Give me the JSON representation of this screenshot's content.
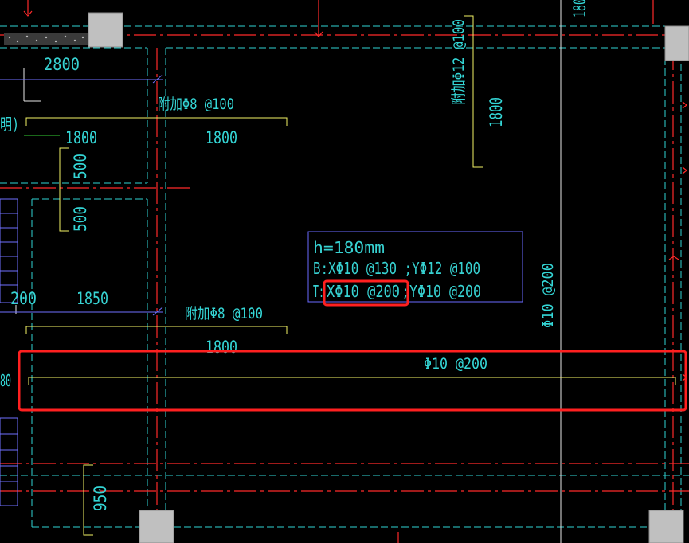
{
  "colors": {
    "background": "#000000",
    "axis_red": "#ff2a2a",
    "beam_cyan": "#2fd4d4",
    "rebar_yellow": "#ffff66",
    "note_box": "#6a6aff",
    "highlight_red": "#ff2020",
    "column_grey": "#c0c0c0",
    "dim_blue": "#7070ff"
  },
  "dims": {
    "d2800": "2800",
    "d1800_left": "1800",
    "d1800_mid": "1800",
    "d500_a": "500",
    "d500_b": "500",
    "d200": "200",
    "d1850": "1850",
    "d1800_lower": "1800",
    "d1800_right_vertical": "1800",
    "d950": "950",
    "d180_top": "180"
  },
  "rebar_labels": {
    "add_top": "附加Φ8 @100",
    "add_lower": "附加Φ8 @100",
    "add_right_vertical": "附加Φ12 @100",
    "right_vertical": "Φ10 @200",
    "highlighted_bar": "Φ10 @200"
  },
  "slab_note": {
    "line1": "h=180mm",
    "line2": "B:XΦ10 @130 ;YΦ12 @100",
    "line3_prefix": "T:",
    "line3_highlight": "XΦ10 @200",
    "line3_suffix": ";YΦ10 @200"
  },
  "partial_text": {
    "left_edge_fragment": "明)",
    "left_edge_digits": "80"
  }
}
